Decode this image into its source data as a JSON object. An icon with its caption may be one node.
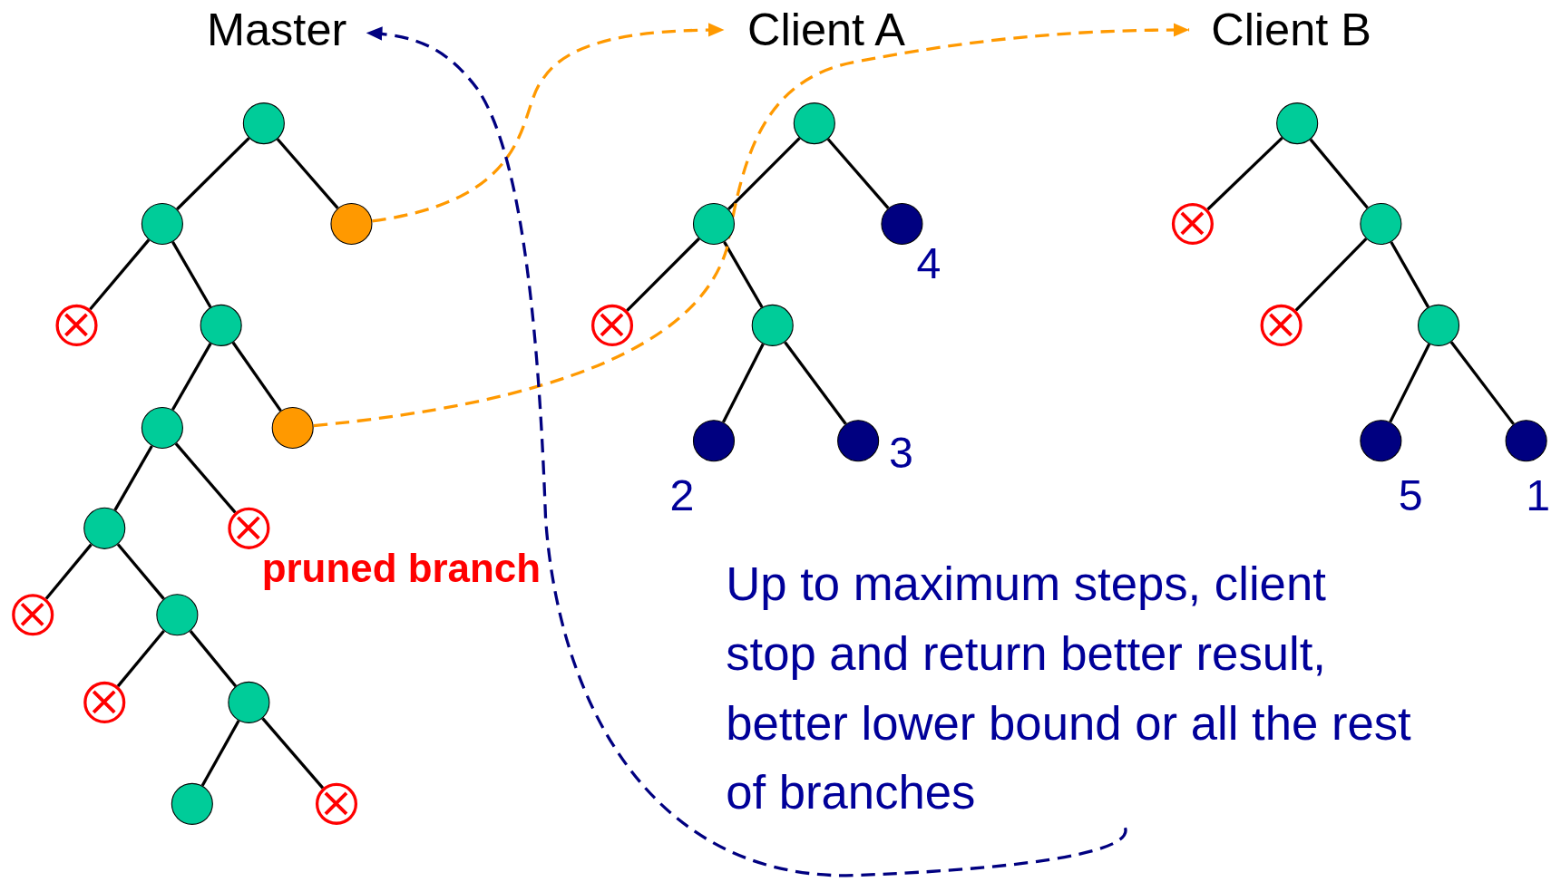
{
  "diagram": {
    "nodes": [
      {
        "text": [
          "Master"
        ]
      },
      {
        "text": [
          "Client A"
        ]
      },
      {
        "text": [
          "Client B"
        ]
      },
      {
        "text": [],
        "shape": "circle"
      },
      {
        "text": [],
        "shape": "circle"
      },
      {
        "text": [],
        "shape": "circle"
      },
      {
        "text": [],
        "shape": "circle"
      },
      {
        "text": [],
        "shape": "circle"
      },
      {
        "text": [],
        "shape": "circle"
      },
      {
        "text": [],
        "shape": "circle"
      },
      {
        "text": [],
        "shape": "circle"
      },
      {
        "text": [],
        "shape": "circle"
      },
      {
        "text": [],
        "shape": "circle"
      },
      {
        "text": [],
        "shape": "circle"
      },
      {
        "text": [],
        "shape": "circle"
      },
      {
        "text": [],
        "shape": "circle"
      },
      {
        "text": [],
        "shape": "circle"
      },
      {
        "text": [],
        "shape": "circle"
      },
      {
        "text": [],
        "shape": "circle"
      },
      {
        "text": [],
        "shape": "circle"
      },
      {
        "text": [],
        "shape": "circle",
        "beside": [
          "4"
        ]
      },
      {
        "text": [],
        "shape": "circle"
      },
      {
        "text": [],
        "shape": "circle"
      },
      {
        "text": [],
        "shape": "circle",
        "beside": [
          "2"
        ]
      },
      {
        "text": [],
        "shape": "circle",
        "beside": [
          "3"
        ]
      },
      {
        "text": [],
        "shape": "circle"
      },
      {
        "text": [],
        "shape": "circle"
      },
      {
        "text": [],
        "shape": "circle"
      },
      {
        "text": [],
        "shape": "circle"
      },
      {
        "text": [],
        "shape": "circle"
      },
      {
        "text": [],
        "shape": "circle",
        "beside": [
          "5"
        ]
      },
      {
        "text": [],
        "shape": "circle",
        "beside": [
          "1"
        ]
      },
      {
        "text": [
          "Up to maximum steps, client stop and return better result, better lower bound or all the rest of branches"
        ]
      }
    ],
    "edges": [
      {
        "from": 3,
        "to": 4,
        "arrow": "none"
      },
      {
        "from": 3,
        "to": 5,
        "arrow": "none"
      },
      {
        "from": 4,
        "to": 6,
        "arrow": "none"
      },
      {
        "from": 4,
        "to": 7,
        "arrow": "none"
      },
      {
        "from": 7,
        "to": 8,
        "arrow": "none"
      },
      {
        "from": 7,
        "to": 9,
        "arrow": "none"
      },
      {
        "from": 8,
        "to": 10,
        "arrow": "none"
      },
      {
        "from": 8,
        "to": 11,
        "arrow": "none"
      },
      {
        "from": 10,
        "to": 12,
        "arrow": "none"
      },
      {
        "from": 10,
        "to": 13,
        "arrow": "none"
      },
      {
        "from": 13,
        "to": 14,
        "arrow": "none"
      },
      {
        "from": 13,
        "to": 15,
        "arrow": "none"
      },
      {
        "from": 15,
        "to": 16,
        "arrow": "none"
      },
      {
        "from": 15,
        "to": 17,
        "arrow": "none"
      },
      {
        "from": 18,
        "to": 19,
        "arrow": "none"
      },
      {
        "from": 18,
        "to": 20,
        "arrow": "none"
      },
      {
        "from": 19,
        "to": 21,
        "arrow": "none"
      },
      {
        "from": 19,
        "to": 22,
        "arrow": "none"
      },
      {
        "from": 22,
        "to": 23,
        "arrow": "none"
      },
      {
        "from": 22,
        "to": 24,
        "arrow": "none"
      },
      {
        "from": 25,
        "to": 26,
        "arrow": "none"
      },
      {
        "from": 25,
        "to": 27,
        "arrow": "none"
      },
      {
        "from": 27,
        "to": 28,
        "arrow": "none"
      },
      {
        "from": 27,
        "to": 29,
        "arrow": "none"
      },
      {
        "from": 29,
        "to": 30,
        "arrow": "none"
      },
      {
        "from": 29,
        "to": 31,
        "arrow": "none"
      },
      {
        "from": 5,
        "to": 1,
        "arrow": "to",
        "style": "dashed",
        "color": "#ff9900"
      },
      {
        "from": 9,
        "to": 2,
        "arrow": "to",
        "style": "dashed",
        "color": "#ff9900"
      },
      {
        "from": 32,
        "to": 0,
        "arrow": "to",
        "style": "dashed",
        "color": "#000080"
      }
    ],
    "labels": [
      "pruned branch"
    ]
  }
}
